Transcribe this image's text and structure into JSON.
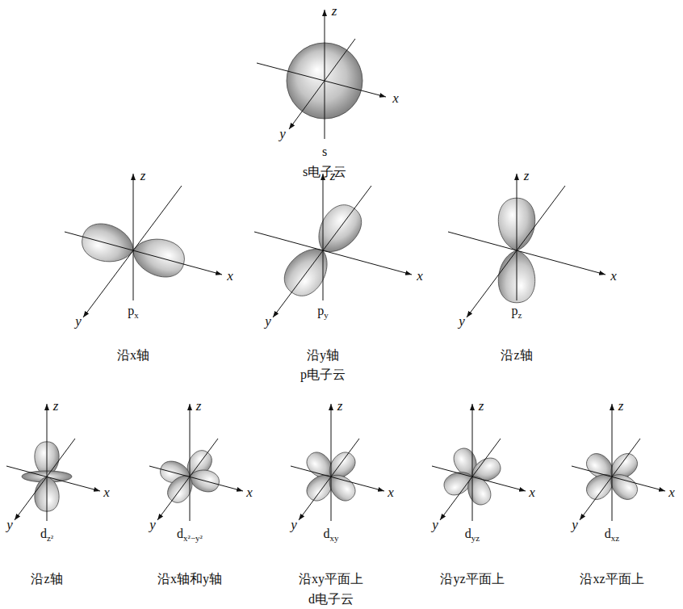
{
  "diagram": {
    "labels": [
      "z",
      "x",
      "y",
      "s",
      "s电子云",
      "z",
      "x",
      "y",
      "px",
      "z",
      "x",
      "y",
      "py",
      "z",
      "x",
      "y",
      "pz",
      "沿x轴",
      "沿y轴",
      "沿z轴",
      "p电子云",
      "z",
      "x",
      "y",
      "dz²",
      "z",
      "x",
      "y",
      "dx²−y²",
      "z",
      "x",
      "y",
      "dxy",
      "z",
      "x",
      "y",
      "dyz",
      "z",
      "x",
      "y",
      "dxz",
      "沿z轴",
      "沿x轴和y轴",
      "沿xy平面上",
      "沿yz平面上",
      "沿xz平面上",
      "d电子云"
    ]
  }
}
